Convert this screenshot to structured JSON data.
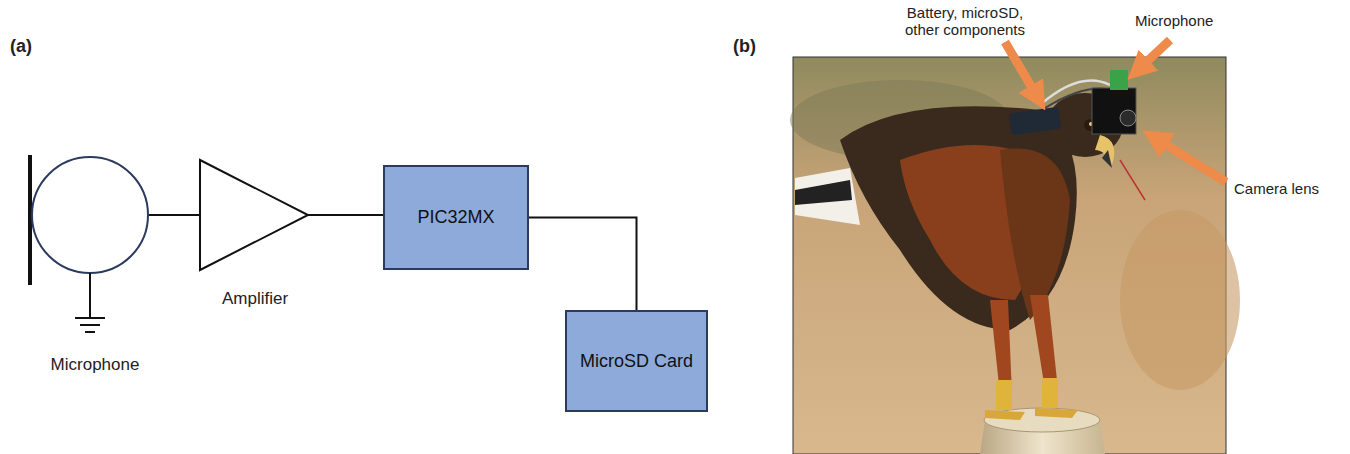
{
  "diagram": {
    "nodes": [
      {
        "text": [
          "Microphone"
        ]
      },
      {
        "text": [
          "Amplifier"
        ]
      },
      {
        "text": [
          "PIC32MX"
        ]
      },
      {
        "text": [
          "MicroSD Card"
        ]
      }
    ],
    "edges": [
      {
        "from": 0,
        "to": 1,
        "arrow": "none"
      },
      {
        "from": 1,
        "to": 2,
        "arrow": "none"
      },
      {
        "from": 2,
        "to": 3,
        "arrow": "none"
      }
    ],
    "labels": [
      "(a)",
      "(b)",
      "Battery, microSD, other components",
      "Microphone",
      "Camera lens"
    ]
  }
}
